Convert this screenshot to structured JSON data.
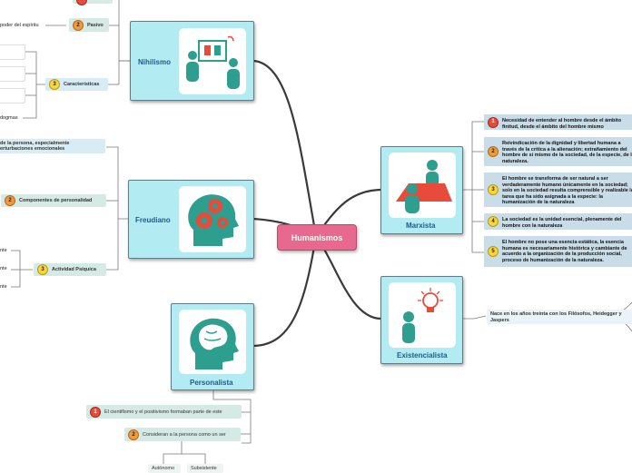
{
  "central": "Humanismos",
  "nihilismo": {
    "label": "Nihilismo",
    "sub_top_text": "poder del espíritu",
    "pasivo": "Pasivo",
    "caracteristicas": "Características",
    "dogmas": "dogmas"
  },
  "freudiano": {
    "label": "Freudiano",
    "note_line1": "de la persona, especialmente",
    "note_line2": "erturbaciones emocionales",
    "componentes": "Componentes de personalidad",
    "actividad": "Actividad Psíquica",
    "ente1": "nte",
    "ente2": "nte",
    "ente3": "nte"
  },
  "personalista": {
    "label": "Personalista",
    "item1": "El cientifismo y el positivismo formaban parte de este",
    "item2": "Consideran a la persona como un ser",
    "autonomo": "Autónomo",
    "subsistente": "Subsistente"
  },
  "marxista": {
    "label": "Marxista",
    "items": [
      {
        "n": "1",
        "text": "Necesidad de entender al hombre desde el ámbito finitud, desde el ámbito del hombre mismo"
      },
      {
        "n": "2",
        "text": "Reivindicación de la dignidad y libertad humana a través de la crítica a la alienación; extrañamiento del hombre de sí mismo de la sociedad, de la especie, de la naturaleza."
      },
      {
        "n": "3",
        "text": "El hombre se transforma de ser natural a ser verdaderamente humano únicamente en la sociedad; solo en la sociedad resulta comprensible y realizable la tarea que ha sido asignada a la especie: la humanización de la naturaleza"
      },
      {
        "n": "4",
        "text": "La sociedad es la unidad esencial, plenamente del hombre con la naturaleza"
      },
      {
        "n": "5",
        "text": "El hombre no pose una esencia estática, la esencia humana es necesariamente histórica y cambiante de acuerdo a la organización de la producción social, proceso de humanización de la naturaleza."
      }
    ]
  },
  "existencialista": {
    "label": "Existencialista",
    "note": "Nace en los años treinta con los Filósofos, Heidegger y Jaspers"
  },
  "numbers": {
    "n2": "2",
    "n3": "3",
    "n1": "1"
  },
  "colors": {
    "card": "#b2ebf2",
    "central": "#e8698f",
    "branch": "#3a3a3a",
    "teal": "#2e9e8e"
  }
}
